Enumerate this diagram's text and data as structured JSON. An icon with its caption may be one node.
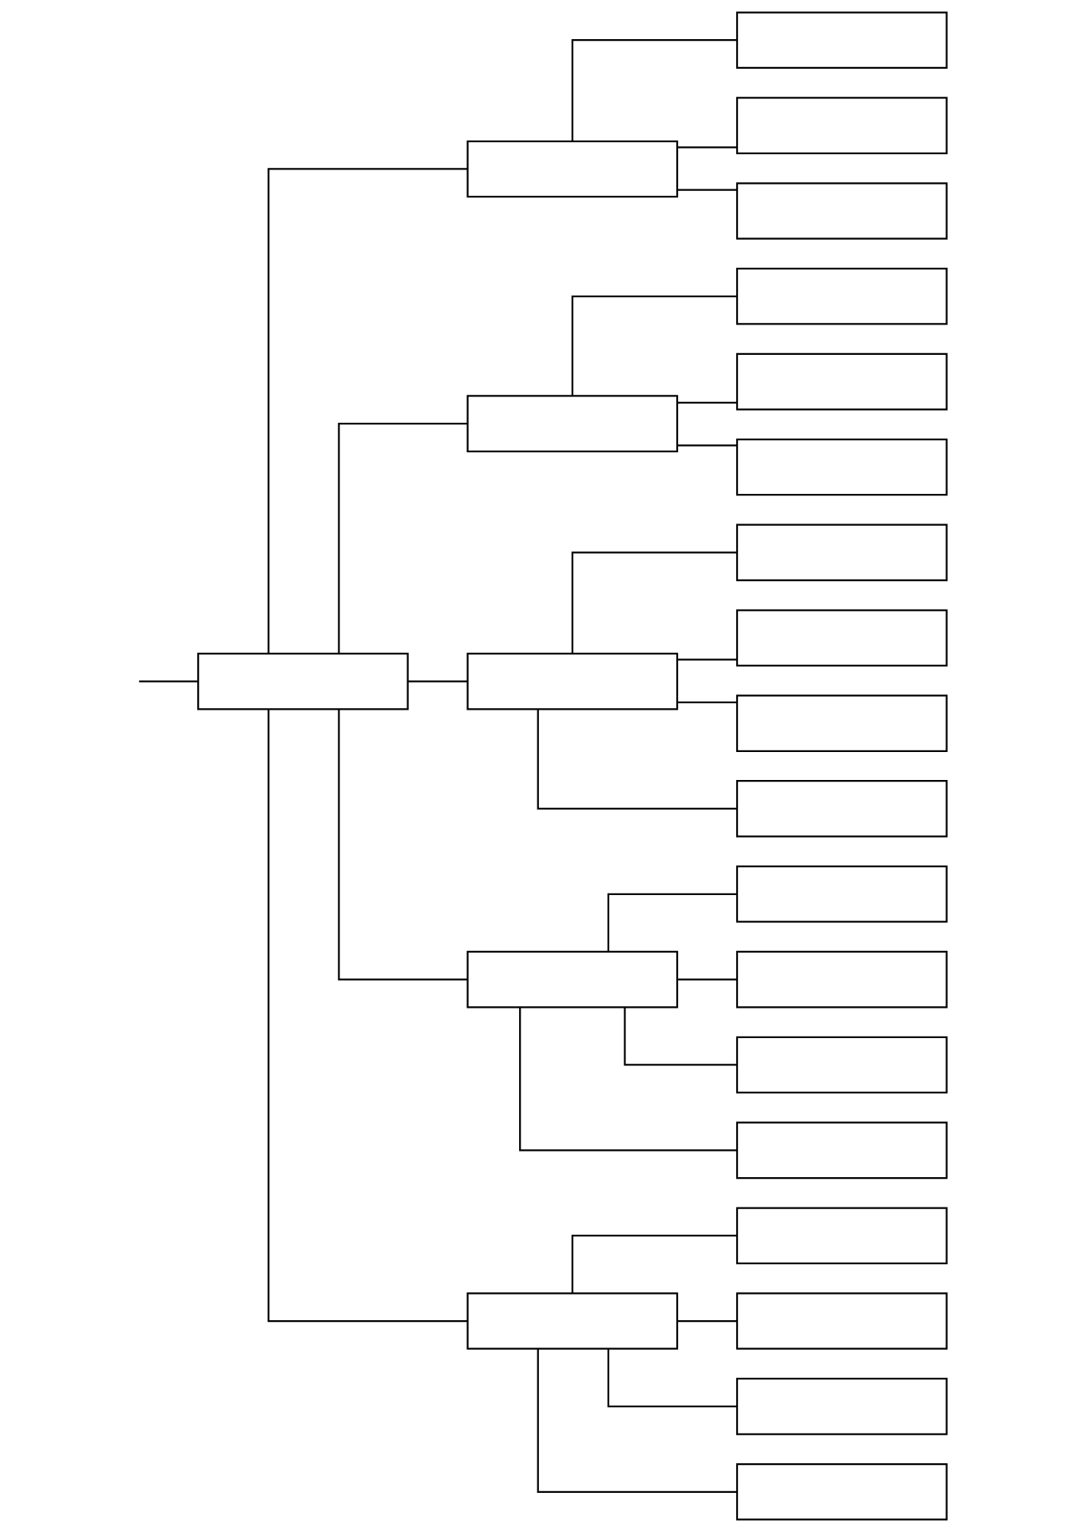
{
  "diagram": {
    "nodes": [
      {
        "text": [],
        "shape": "box"
      },
      {
        "text": [],
        "shape": "box"
      },
      {
        "text": [],
        "shape": "box"
      },
      {
        "text": [],
        "shape": "box"
      },
      {
        "text": [],
        "shape": "box"
      },
      {
        "text": [],
        "shape": "box"
      },
      {
        "text": [],
        "shape": "box"
      },
      {
        "text": [],
        "shape": "box"
      },
      {
        "text": [],
        "shape": "box"
      },
      {
        "text": [],
        "shape": "box"
      },
      {
        "text": [],
        "shape": "box"
      },
      {
        "text": [],
        "shape": "box"
      },
      {
        "text": [],
        "shape": "box"
      },
      {
        "text": [],
        "shape": "box"
      },
      {
        "text": [],
        "shape": "box"
      },
      {
        "text": [],
        "shape": "box"
      },
      {
        "text": [],
        "shape": "box"
      },
      {
        "text": [],
        "shape": "box"
      },
      {
        "text": [],
        "shape": "box"
      },
      {
        "text": [],
        "shape": "box"
      },
      {
        "text": [],
        "shape": "box"
      },
      {
        "text": [],
        "shape": "box"
      },
      {
        "text": [],
        "shape": "box"
      },
      {
        "text": [],
        "shape": "box"
      }
    ],
    "edges": [
      {
        "from": null,
        "to": 0,
        "arrow": "none"
      },
      {
        "from": 0,
        "to": 1,
        "arrow": "none"
      },
      {
        "from": 0,
        "to": 2,
        "arrow": "none"
      },
      {
        "from": 0,
        "to": 3,
        "arrow": "none"
      },
      {
        "from": 0,
        "to": 4,
        "arrow": "none"
      },
      {
        "from": 0,
        "to": 5,
        "arrow": "none"
      },
      {
        "from": 1,
        "to": 6,
        "arrow": "none"
      },
      {
        "from": 1,
        "to": 7,
        "arrow": "none"
      },
      {
        "from": 1,
        "to": 8,
        "arrow": "none"
      },
      {
        "from": 2,
        "to": 9,
        "arrow": "none"
      },
      {
        "from": 2,
        "to": 10,
        "arrow": "none"
      },
      {
        "from": 2,
        "to": 11,
        "arrow": "none"
      },
      {
        "from": 3,
        "to": 12,
        "arrow": "none"
      },
      {
        "from": 3,
        "to": 13,
        "arrow": "none"
      },
      {
        "from": 3,
        "to": 14,
        "arrow": "none"
      },
      {
        "from": 3,
        "to": 15,
        "arrow": "none"
      },
      {
        "from": 4,
        "to": 16,
        "arrow": "none"
      },
      {
        "from": 4,
        "to": 17,
        "arrow": "none"
      },
      {
        "from": 4,
        "to": 18,
        "arrow": "none"
      },
      {
        "from": 4,
        "to": 19,
        "arrow": "none"
      },
      {
        "from": 5,
        "to": 20,
        "arrow": "none"
      },
      {
        "from": 5,
        "to": 21,
        "arrow": "none"
      },
      {
        "from": 5,
        "to": 22,
        "arrow": "none"
      },
      {
        "from": 5,
        "to": 23,
        "arrow": "none"
      }
    ]
  }
}
